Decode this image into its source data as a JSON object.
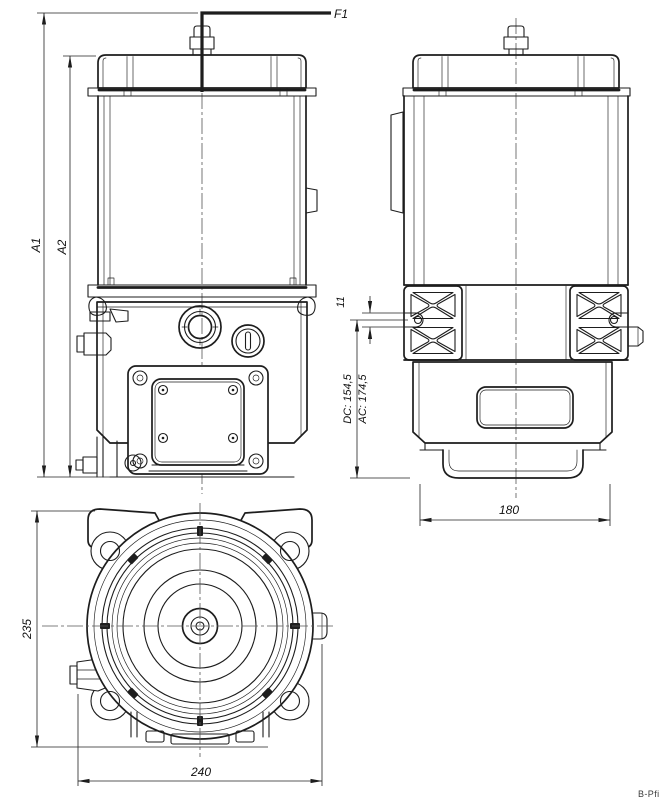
{
  "drawing": {
    "background": "#ffffff",
    "line_color": "#1d1d1d",
    "front_view": {
      "cable_label": "F1",
      "dim_overall_height_label": "A1",
      "dim_body_height_label": "A2"
    },
    "side_view": {
      "dim_mount_hole_label": "11",
      "dim_height_dc_label": "DC: 154,5",
      "dim_height_ac_label": "AC: 174,5",
      "dim_base_width_label": "180"
    },
    "top_view": {
      "dim_depth_label": "235",
      "dim_width_label": "240"
    },
    "footer_note": "B-Pfi"
  }
}
